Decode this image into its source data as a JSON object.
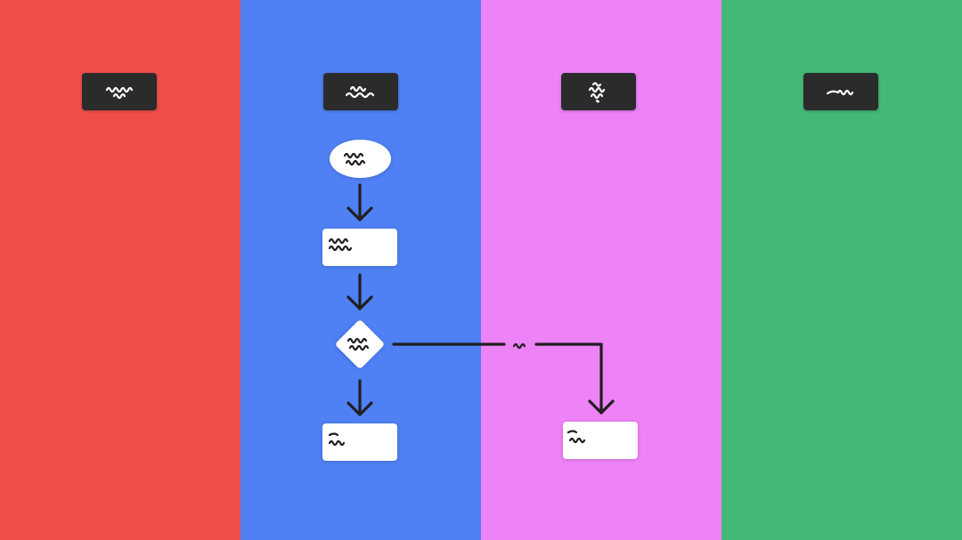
{
  "colors": {
    "lane_1": "#f04f49",
    "lane_2": "#4f80f4",
    "lane_3": "#ee82f7",
    "lane_4": "#43b877",
    "header_bg": "#2b2b2b",
    "node_bg": "#ffffff",
    "connector": "#1f1f1f"
  },
  "swimlanes": [
    {
      "header_label": ""
    },
    {
      "header_label": ""
    },
    {
      "header_label": ""
    },
    {
      "header_label": ""
    }
  ],
  "nodes": {
    "start": {
      "shape": "oval",
      "label": ""
    },
    "process": {
      "shape": "rectangle",
      "label": ""
    },
    "decision": {
      "shape": "diamond",
      "label": ""
    },
    "end_left": {
      "shape": "rectangle",
      "label": ""
    },
    "end_right": {
      "shape": "rectangle",
      "label": ""
    }
  },
  "edge_labels": {
    "decision_to_end_right": ""
  },
  "note": ""
}
